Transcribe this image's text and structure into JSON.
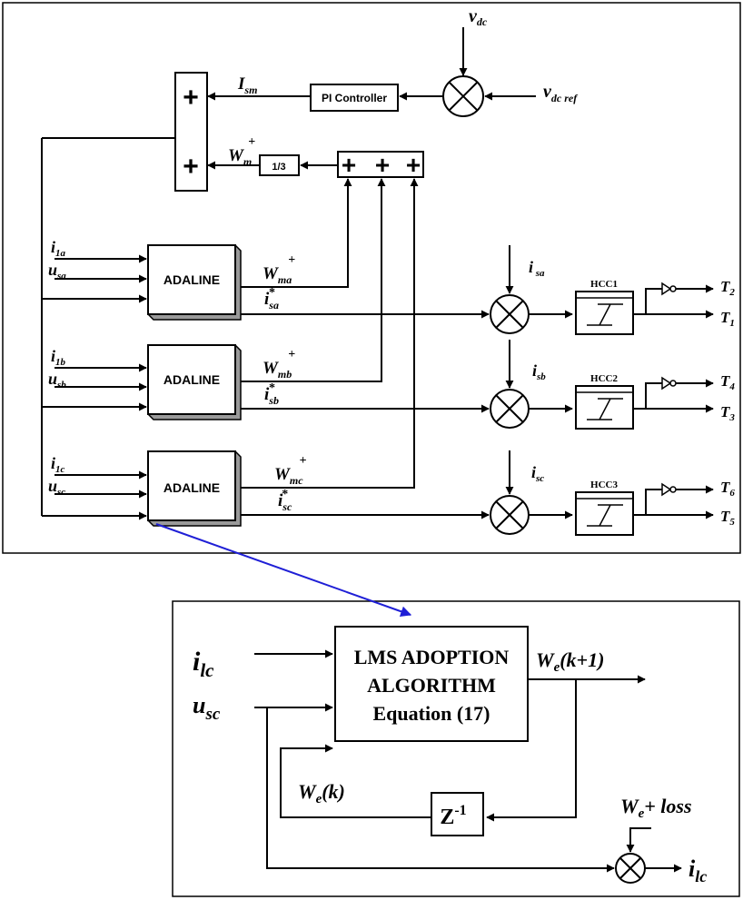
{
  "top": {
    "vdc": {
      "main": "v",
      "sub": "dc"
    },
    "vdcref": {
      "main": "v",
      "sub": "dc ref"
    },
    "ism": {
      "main": "I",
      "sub": "sm"
    },
    "wm_plus": {
      "main": "W",
      "sub": "m",
      "sup": "+"
    },
    "pi_controller": "PI Controller",
    "one_third": "1/3",
    "plus": "+",
    "adaline": "ADALINE",
    "phases": [
      {
        "il": {
          "main": "i",
          "sub": "1a"
        },
        "us": {
          "main": "u",
          "sub": "sa"
        },
        "wm": {
          "main": "W",
          "sub": "ma",
          "sup": "+"
        },
        "istar": {
          "main": "i",
          "sub": "sa",
          "sup": "*"
        },
        "is": {
          "main": "i",
          "sub": " sa"
        },
        "hcc": "HCC1",
        "t_upper": {
          "main": "T",
          "sub": "2"
        },
        "t_lower": {
          "main": "T",
          "sub": "1"
        }
      },
      {
        "il": {
          "main": "i",
          "sub": "1b"
        },
        "us": {
          "main": "u",
          "sub": "sb"
        },
        "wm": {
          "main": "W",
          "sub": "mb",
          "sup": "+"
        },
        "istar": {
          "main": "i",
          "sub": "sb",
          "sup": "*"
        },
        "is": {
          "main": "i",
          "sub": "sb"
        },
        "hcc": "HCC2",
        "t_upper": {
          "main": "T",
          "sub": "4"
        },
        "t_lower": {
          "main": "T",
          "sub": "3"
        }
      },
      {
        "il": {
          "main": "i",
          "sub": "1c"
        },
        "us": {
          "main": "u",
          "sub": "sc"
        },
        "wm": {
          "main": "W",
          "sub": "mc",
          "sup": "+"
        },
        "istar": {
          "main": "i",
          "sub": "sc",
          "sup": "*"
        },
        "is": {
          "main": "i",
          "sub": "sc"
        },
        "hcc": "HCC3",
        "t_upper": {
          "main": "T",
          "sub": "6"
        },
        "t_lower": {
          "main": "T",
          "sub": "5"
        }
      }
    ]
  },
  "bottom": {
    "lms_line1": "LMS ADOPTION",
    "lms_line2": "ALGORITHM",
    "lms_line3": "Equation (17)",
    "ilc": {
      "main": "i",
      "sub": "lc"
    },
    "usc": {
      "main": "u",
      "sub": "sc"
    },
    "we_k1": {
      "main": "W",
      "sub": "e",
      "rest": "(k+1)"
    },
    "we_k": {
      "main": "W",
      "sub": "e",
      "rest": "(k)"
    },
    "z_inv": {
      "main": "Z",
      "sup": "-1"
    },
    "we_loss": {
      "main": "W",
      "sub": "e",
      "rest": "+ loss"
    },
    "ilc_out": {
      "main": "i",
      "sub": "lc"
    }
  },
  "colors": {
    "line": "#000000",
    "pointer": "#1f1fd6",
    "block_shadow": "#9a9a9a"
  }
}
